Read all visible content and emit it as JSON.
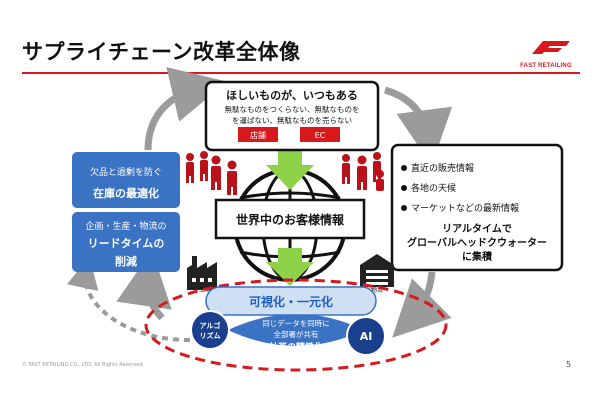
{
  "slide": {
    "title": "サプライチェーン改革全体像"
  },
  "brand": {
    "name": "FAST RETAILING",
    "color": "#d7191e"
  },
  "top_box": {
    "headline": "ほしいものが、いつもある",
    "line1": "無駄なものをつくらない、無駄なものを",
    "line2": "を運ばない、無駄なものを売らない",
    "buttons": [
      "店舗",
      "EC"
    ]
  },
  "left_box_top": {
    "line1": "欠品と過剰を防ぐ",
    "line2": "在庫の最適化"
  },
  "left_box_bottom": {
    "line1": "企画・生産・物流の",
    "line2": "リードタイムの",
    "line3": "削減"
  },
  "center": {
    "label": "世界中のお客様情報"
  },
  "right_box": {
    "bullets": [
      "直近の販売情報",
      "各地の天候",
      "マーケットなどの最新情報"
    ],
    "line1": "リアルタイムで",
    "line2": "グローバルヘッドクウォーター",
    "line3": "に集積"
  },
  "icons": {
    "factory_label": "工場",
    "warehouse_label": "物流"
  },
  "bottom": {
    "banner": "可視化・一元化",
    "line1": "同じデータを同時に",
    "line2": "全部署が共有",
    "line3": "計画の精緻化"
  },
  "circles": {
    "left_line1": "アルゴ",
    "left_line2": "リズム",
    "right": "AI"
  },
  "footer": {
    "copyright": "© FAST RETAILING CO., LTD. All Rights Reserved.",
    "page": "5"
  },
  "colors": {
    "accent_red": "#d7191e",
    "blue_box": "#3a72c4",
    "navy": "#1b3f8f",
    "arrow_gray": "#9b9b9b",
    "arrow_green": "#8ed24a",
    "people_red": "#b9121b"
  }
}
